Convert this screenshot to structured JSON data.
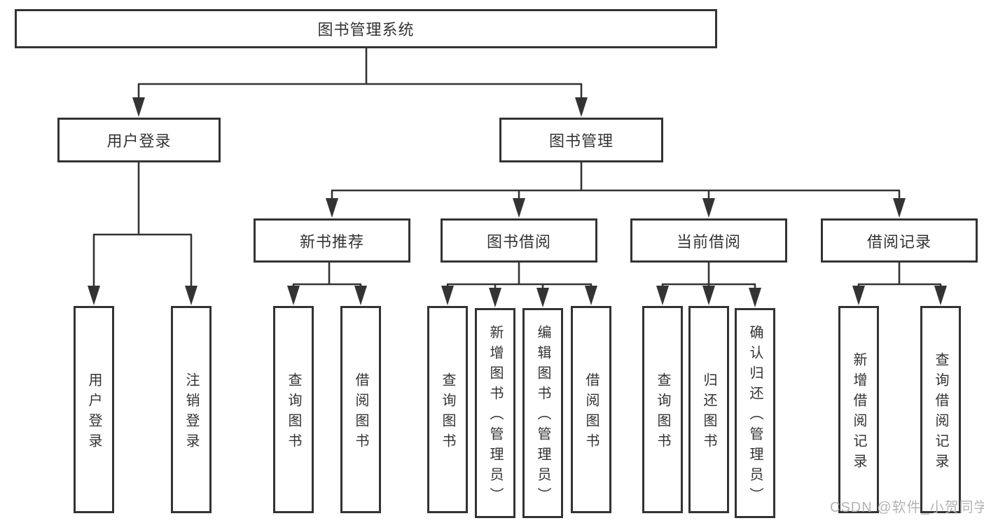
{
  "diagram": {
    "root": {
      "label": "图书管理系统"
    },
    "level2": [
      {
        "label": "用户登录",
        "parent": "图书管理系统"
      },
      {
        "label": "图书管理",
        "parent": "图书管理系统"
      }
    ],
    "level3": [
      {
        "label": "新书推荐",
        "parent": "图书管理"
      },
      {
        "label": "图书借阅",
        "parent": "图书管理"
      },
      {
        "label": "当前借阅",
        "parent": "图书管理"
      },
      {
        "label": "借阅记录",
        "parent": "图书管理"
      }
    ],
    "level4": [
      {
        "label": "用户登录",
        "parent": "用户登录"
      },
      {
        "label": "注销登录",
        "parent": "用户登录"
      },
      {
        "label": "查询图书",
        "parent": "新书推荐"
      },
      {
        "label": "借阅图书",
        "parent": "新书推荐"
      },
      {
        "label": "查询图书",
        "parent": "图书借阅"
      },
      {
        "label": "新增图书（管理员）",
        "parent": "图书借阅"
      },
      {
        "label": "编辑图书（管理员）",
        "parent": "图书借阅"
      },
      {
        "label": "借阅图书",
        "parent": "图书借阅"
      },
      {
        "label": "查询图书",
        "parent": "当前借阅"
      },
      {
        "label": "归还图书",
        "parent": "当前借阅"
      },
      {
        "label": "确认归还（管理员）",
        "parent": "当前借阅"
      },
      {
        "label": "新增借阅记录",
        "parent": "借阅记录"
      },
      {
        "label": "查询借阅记录",
        "parent": "借阅记录"
      }
    ],
    "watermark": "CSDN @软件_小贺同学",
    "colors": {
      "line": "#333333",
      "border": "#333333",
      "text": "#333333",
      "background": "#ffffff",
      "watermark": "#b3b3b3"
    }
  }
}
